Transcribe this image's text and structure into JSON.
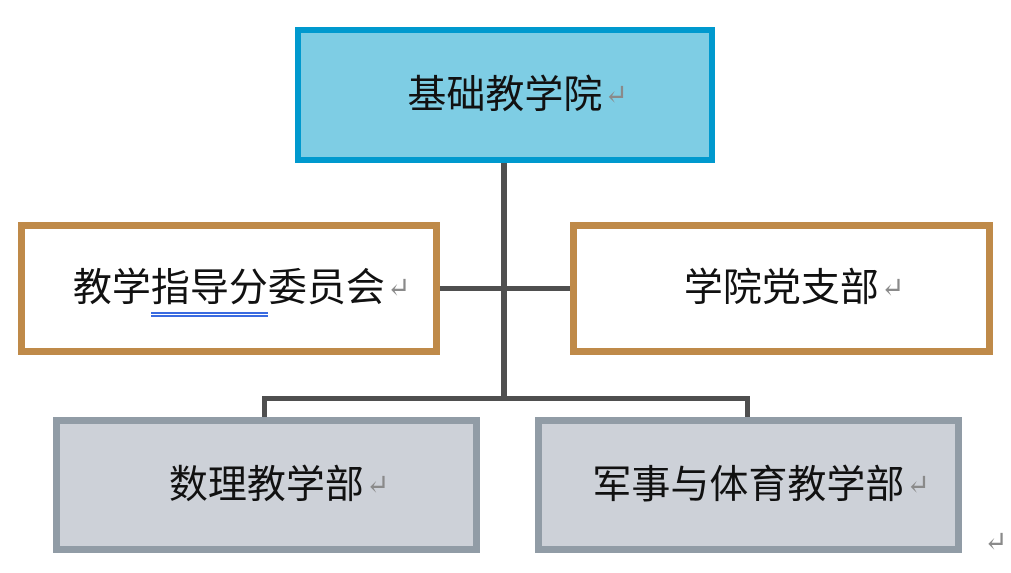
{
  "diagram": {
    "type": "org-chart",
    "boxes": {
      "root": {
        "text": "基础教学院",
        "mark": "↵",
        "level": 1
      },
      "committee": {
        "text_pre": "教学",
        "text_underlined": "指导分",
        "text_post": "委员会",
        "mark": "↵",
        "level": 2
      },
      "party": {
        "text": "学院党支部",
        "mark": "↵",
        "level": 2
      },
      "math": {
        "text": "数理教学部",
        "mark": "↵",
        "level": 3
      },
      "military": {
        "text": "军事与体育教学部",
        "mark": "↵",
        "level": 3
      }
    },
    "edges": [
      {
        "from": "root",
        "to": "committee"
      },
      {
        "from": "root",
        "to": "party"
      },
      {
        "from": "root",
        "to": "math"
      },
      {
        "from": "root",
        "to": "military"
      }
    ],
    "colors": {
      "root_border": "#0099CE",
      "root_fill": "#7ECDE4",
      "level2_border": "#BF8A49",
      "level2_fill": "#FFFFFF",
      "level3_border": "#919CA6",
      "level3_fill": "#CDD1D8",
      "connector": "#4F4F4F",
      "grammar_underline": "#3A6BE0",
      "paragraph_mark": "#8A8A8A",
      "text": "#111111"
    }
  },
  "page": {
    "trailing_mark": "↵"
  }
}
